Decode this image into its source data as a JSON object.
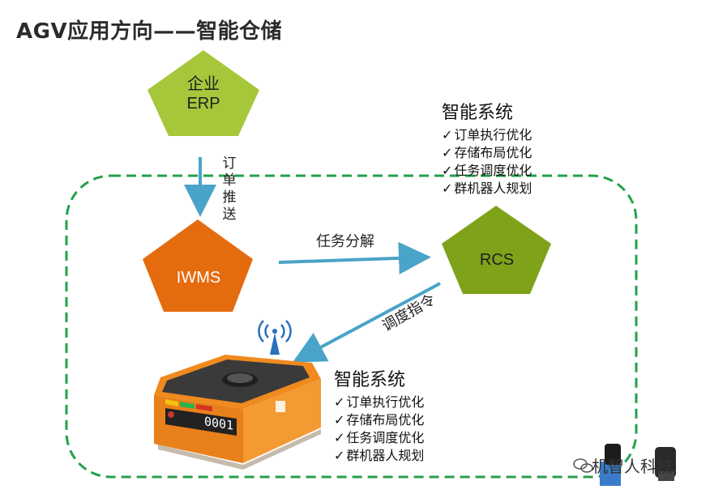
{
  "title": "AGV应用方向——智能仓储",
  "nodes": {
    "erp": {
      "line1": "企业",
      "line2": "ERP",
      "color": "#a6c73a"
    },
    "iwms": {
      "label": "IWMS",
      "color": "#e56b0f"
    },
    "rcs": {
      "label": "RCS",
      "color": "#7ea31a"
    }
  },
  "edges": {
    "order_push": [
      "订",
      "单",
      "推",
      "送"
    ],
    "task_split": "任务分解",
    "dispatch": "调度指令"
  },
  "feature_top": {
    "heading": "智能系统",
    "items": [
      "订单执行优化",
      "存储布局优化",
      "任务调度优化",
      "群机器人规划"
    ]
  },
  "feature_bottom": {
    "heading": "智能系统",
    "items": [
      "订单执行优化",
      "存储布局优化",
      "任务调度优化",
      "群机器人规划"
    ]
  },
  "robot": {
    "id_display": "0001"
  },
  "watermark": "机智人科技",
  "colors": {
    "arrow": "#4aa3c8",
    "boundary": "#23a14b",
    "robot_orange": "#f08a1e",
    "robot_top": "#3a3a3a"
  }
}
